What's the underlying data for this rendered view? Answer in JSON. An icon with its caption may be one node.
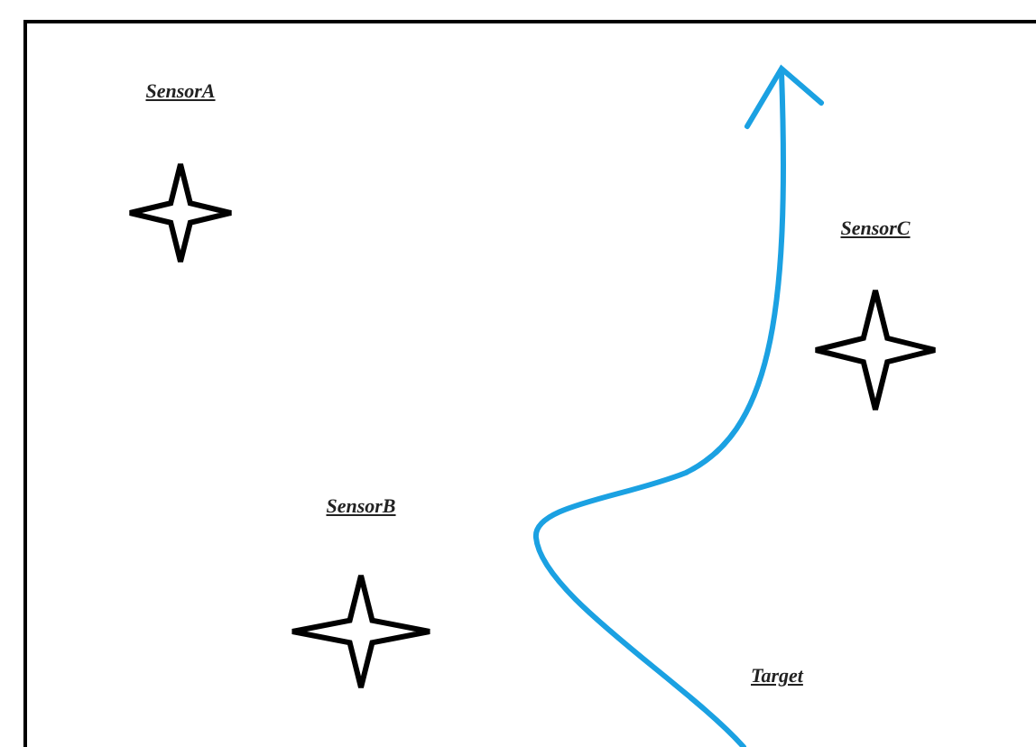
{
  "diagram": {
    "nodes": [
      {
        "text": [
          "SensorA"
        ]
      },
      {
        "text": [
          "SensorB"
        ]
      },
      {
        "text": [
          "SensorC"
        ]
      }
    ],
    "labels": [
      "Target"
    ]
  }
}
